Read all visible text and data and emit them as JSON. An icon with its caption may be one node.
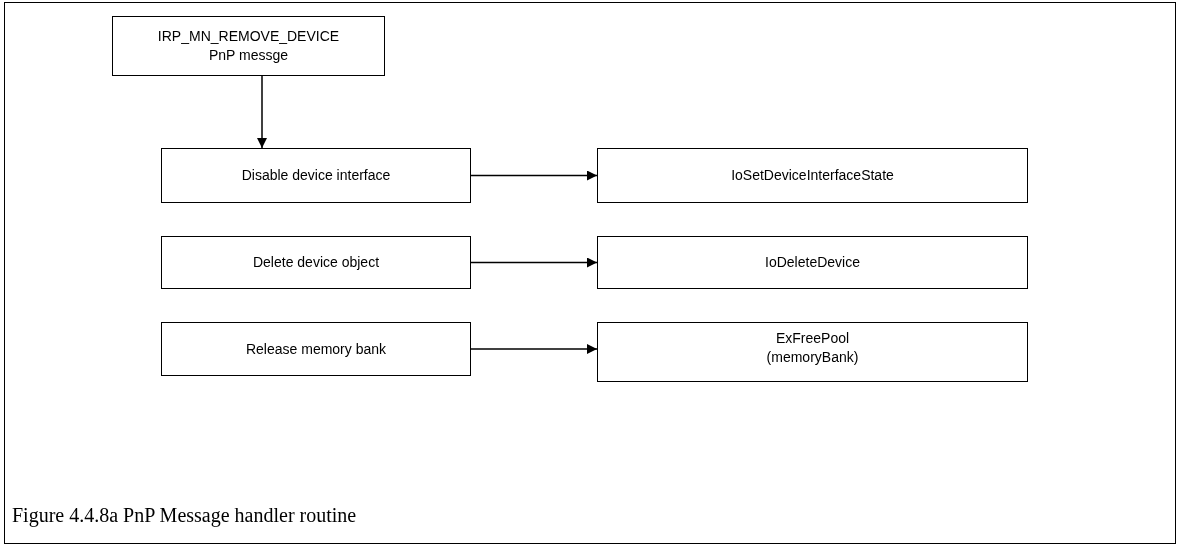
{
  "diagram": {
    "caption": "Figure 4.4.8a PnP Message handler routine",
    "nodes": [
      {
        "text": [
          "IRP_MN_REMOVE_DEVICE",
          "PnP messge"
        ]
      },
      {
        "text": [
          "Disable device interface"
        ]
      },
      {
        "text": [
          "IoSetDeviceInterfaceState"
        ]
      },
      {
        "text": [
          "Delete device object"
        ]
      },
      {
        "text": [
          "IoDeleteDevice"
        ]
      },
      {
        "text": [
          "Release memory bank"
        ]
      },
      {
        "text": [
          "ExFreePool",
          "(memoryBank)"
        ]
      }
    ],
    "edges": [
      {
        "from": 0,
        "to": 1,
        "arrow": "to"
      },
      {
        "from": 1,
        "to": 2,
        "arrow": "to"
      },
      {
        "from": 3,
        "to": 4,
        "arrow": "to"
      },
      {
        "from": 5,
        "to": 6,
        "arrow": "to"
      }
    ]
  }
}
